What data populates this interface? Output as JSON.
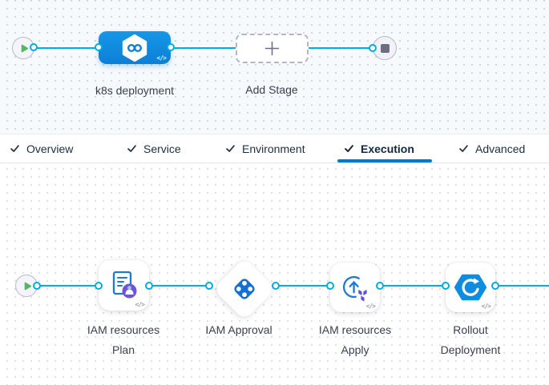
{
  "colors": {
    "accent_blue": "#0278d5",
    "connector_blue": "#00ade4",
    "stage_blue": "#0c7fd6",
    "play_green": "#55b65e",
    "node_gray": "#6b6d85",
    "terraform_purple": "#5c4ee5",
    "badge_purple": "#6c55d6"
  },
  "code_glyph": "</>",
  "stage_pipeline": {
    "stage_label": "k8s deployment",
    "add_stage_label": "Add Stage"
  },
  "tabs": [
    {
      "label": "Overview",
      "checked": true,
      "active": false
    },
    {
      "label": "Service",
      "checked": true,
      "active": false
    },
    {
      "label": "Environment",
      "checked": true,
      "active": false
    },
    {
      "label": "Execution",
      "checked": true,
      "active": true
    },
    {
      "label": "Advanced",
      "checked": true,
      "active": false
    }
  ],
  "execution_steps": [
    {
      "name": "IAM resources Plan",
      "line1": "IAM resources",
      "line2": "Plan",
      "icon": "terraform-plan-icon"
    },
    {
      "name": "IAM Approval",
      "line1": "IAM Approval",
      "line2": "",
      "icon": "approval-icon"
    },
    {
      "name": "IAM resources Apply",
      "line1": "IAM resources",
      "line2": "Apply",
      "icon": "terraform-apply-icon"
    },
    {
      "name": "Rollout Deployment",
      "line1": "Rollout",
      "line2": "Deployment",
      "icon": "k8s-rollout-icon"
    }
  ]
}
